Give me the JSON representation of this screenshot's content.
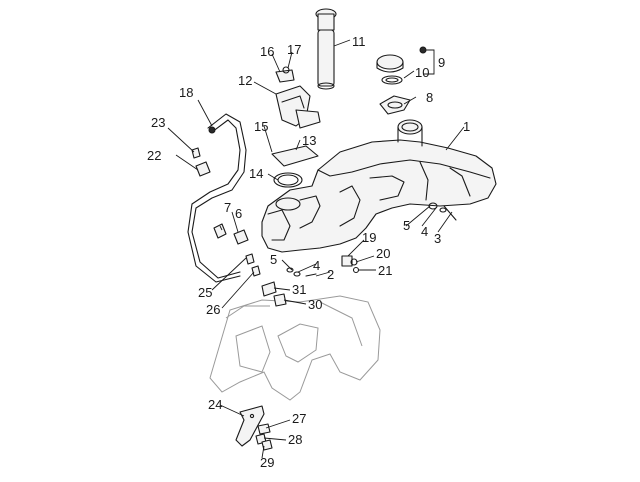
{
  "callouts": {
    "c1": "1",
    "c2": "2",
    "c3": "3",
    "c4a": "4",
    "c4b": "4",
    "c5a": "5",
    "c5b": "5",
    "c6": "6",
    "c7": "7",
    "c8": "8",
    "c9": "9",
    "c10": "10",
    "c11": "11",
    "c12": "12",
    "c13": "13",
    "c14": "14",
    "c15": "15",
    "c16": "16",
    "c17": "17",
    "c18": "18",
    "c19": "19",
    "c20": "20",
    "c21": "21",
    "c22": "22",
    "c23": "23",
    "c24": "24",
    "c25": "25",
    "c26": "26",
    "c27": "27",
    "c28": "28",
    "c29": "29",
    "c30": "30",
    "c31": "31"
  }
}
